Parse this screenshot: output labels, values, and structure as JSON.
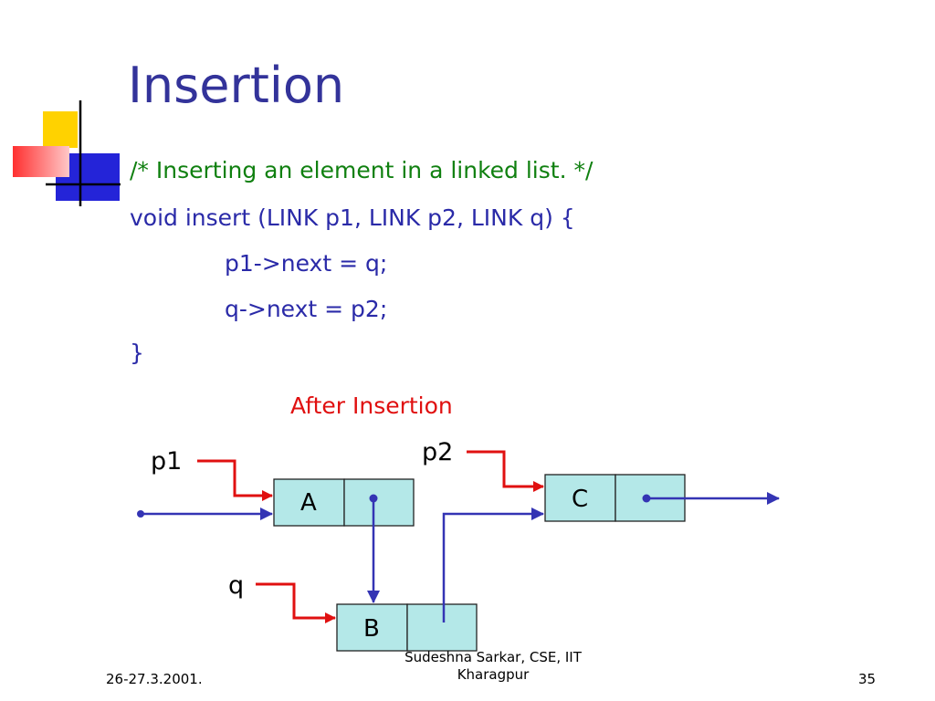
{
  "slide": {
    "title": "Insertion",
    "code_lines": [
      "/* Inserting an element in a linked list. */",
      "void insert (LINK p1, LINK p2, LINK q) {",
      "p1->next = q;",
      "q->next = p2;",
      "}"
    ],
    "caption": "After Insertion"
  },
  "diagram": {
    "pointers": {
      "p1": "p1",
      "p2": "p2",
      "q": "q"
    },
    "nodes": {
      "a": "A",
      "b": "B",
      "c": "C"
    },
    "colors": {
      "node_fill": "#b4e8e8",
      "pointer_arrow": "#e01010",
      "link_arrow": "#3434b4"
    }
  },
  "footer": {
    "date": "26-27.3.2001.",
    "author_line1": "Sudeshna Sarkar, CSE, IIT",
    "author_line2": "Kharagpur",
    "page_number": "35"
  }
}
